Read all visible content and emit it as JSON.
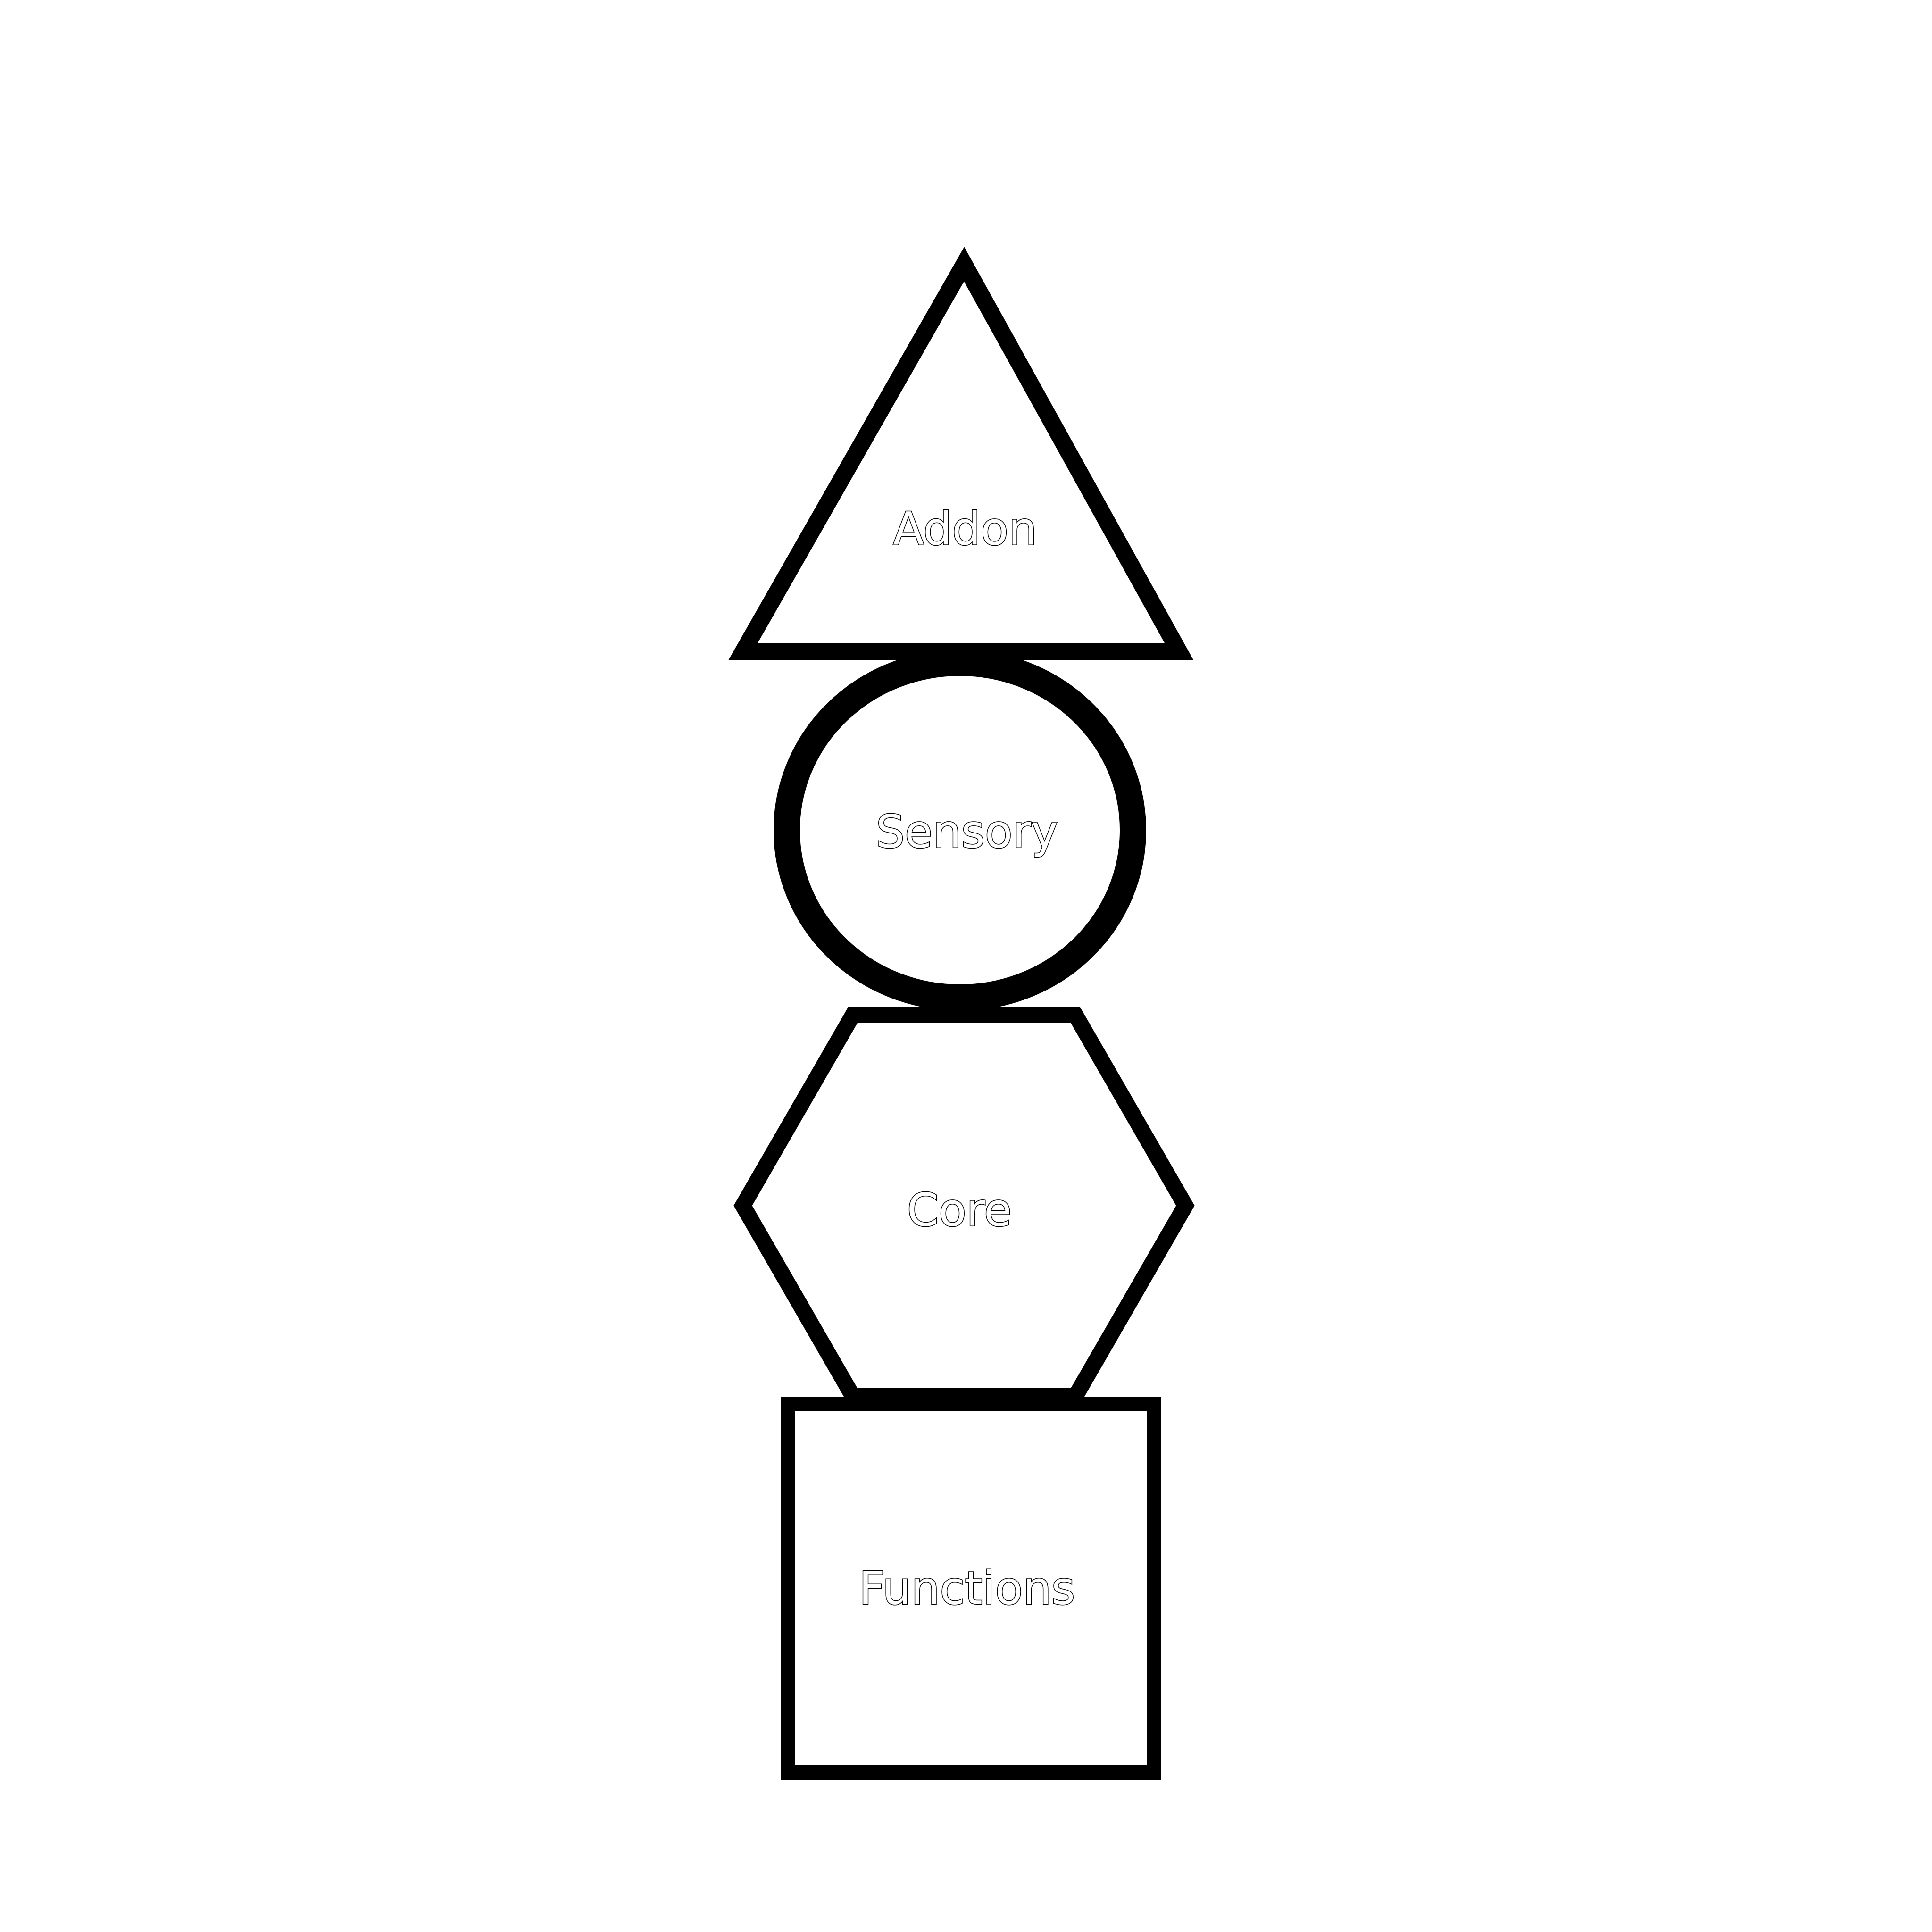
{
  "diagram": {
    "nodes": [
      {
        "id": "addon",
        "label": "Addon",
        "shape": "triangle"
      },
      {
        "id": "sensory",
        "label": "Sensory",
        "shape": "circle"
      },
      {
        "id": "core",
        "label": "Core",
        "shape": "hexagon"
      },
      {
        "id": "functions",
        "label": "Functions",
        "shape": "square"
      }
    ]
  },
  "colors": {
    "stroke": "#000000",
    "fill": "#ffffff",
    "background": "#ffffff"
  }
}
